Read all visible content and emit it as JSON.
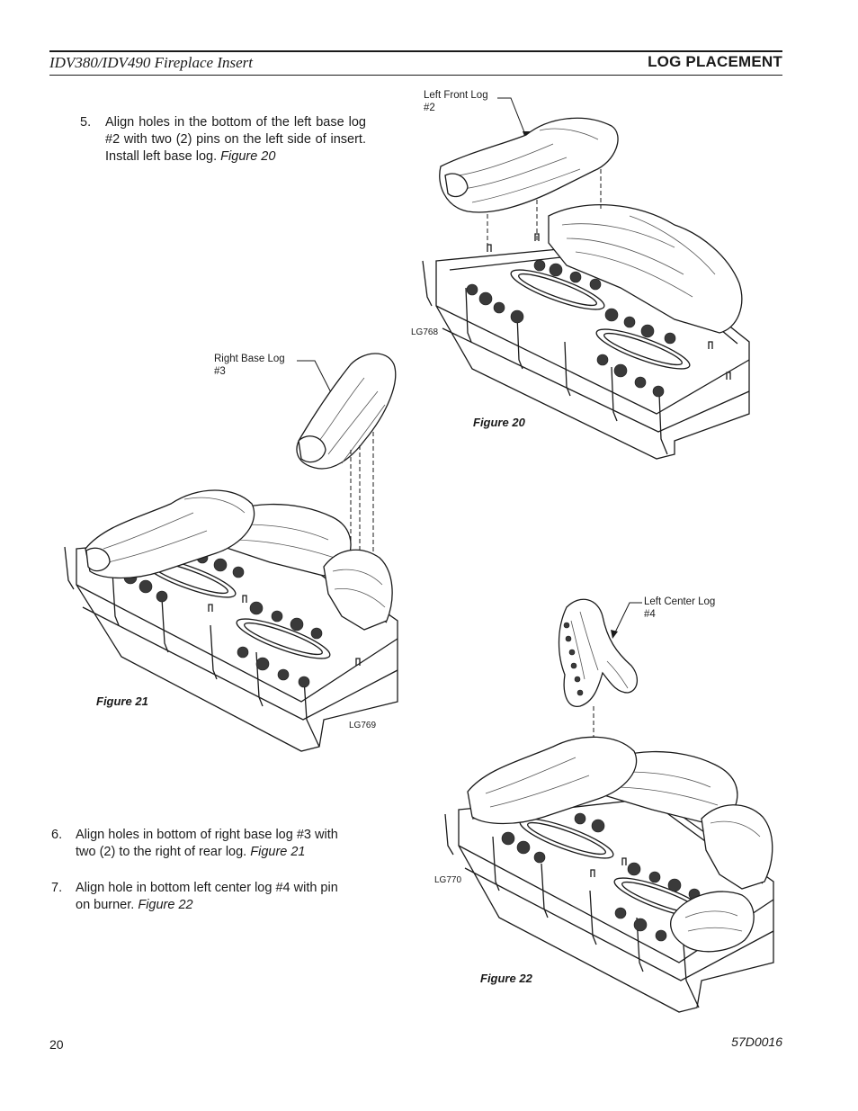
{
  "header": {
    "title": "IDV380/IDV490 Fireplace Insert",
    "section": "LOG PLACEMENT"
  },
  "steps": [
    {
      "number": "5.",
      "text": "Align holes in the bottom of the left base log #2 with two (2) pins on the left side of insert. Install left base log.",
      "ref": "Figure 20"
    },
    {
      "number": "6.",
      "text": "Align holes in bottom of right base log #3 with two (2) to the right of rear log.",
      "ref": "Figure 21"
    },
    {
      "number": "7.",
      "text": "Align hole in bottom left center log #4 with pin on burner.",
      "ref": "Figure 22"
    }
  ],
  "figures": [
    {
      "caption": "Figure 20",
      "code": "LG768",
      "callout_line1": "Left Front Log",
      "callout_line2": "#2"
    },
    {
      "caption": "Figure 21",
      "code": "LG769",
      "callout_line1": "Right Base Log",
      "callout_line2": "#3"
    },
    {
      "caption": "Figure 22",
      "code": "LG770",
      "callout_line1": "Left Center Log",
      "callout_line2": "#4"
    }
  ],
  "footer": {
    "page_number": "20",
    "doc_number": "57D0016"
  }
}
